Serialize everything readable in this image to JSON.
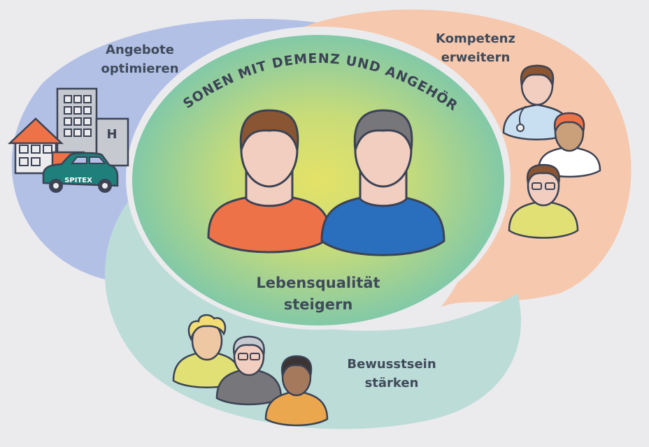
{
  "colors": {
    "background": "#ebebee",
    "blue_area": "#b3c0e6",
    "orange_area": "#f6c8ad",
    "teal_area": "#bcdcd8",
    "center_outer": "#82c9a7",
    "center_inner": "#e4e268",
    "outline": "#3b4355"
  },
  "center": {
    "arc_title": "PERSONEN MIT DEMENZ UND ANGEHÖRIGE",
    "goal_line1": "Lebensqualität",
    "goal_line2": "steigern"
  },
  "areas": {
    "top_left": {
      "line1": "Angebote",
      "line2": "optimieren"
    },
    "top_right": {
      "line1": "Kompetenz",
      "line2": "erweitern"
    },
    "bottom": {
      "line1": "Bewusstsein",
      "line2": "stärken"
    }
  },
  "illustrations": {
    "car_label": "SPITEX",
    "hospital_sign": "H"
  }
}
